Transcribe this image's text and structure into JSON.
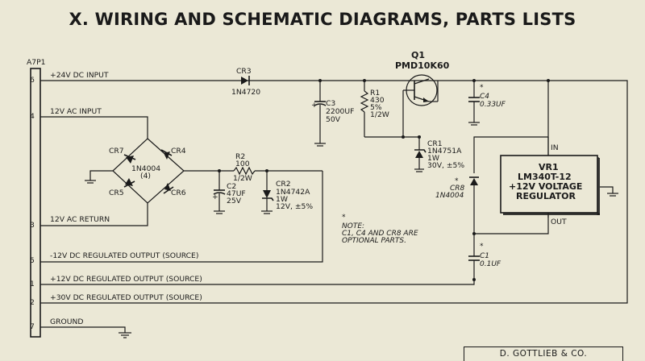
{
  "title": "X. WIRING AND SCHEMATIC DIAGRAMS, PARTS LISTS",
  "connector": {
    "ref": "A7P1",
    "pins": [
      "6",
      "4",
      "3",
      "5",
      "1",
      "2",
      "7"
    ]
  },
  "nets": {
    "pin6": "+24V DC INPUT",
    "pin4": "12V AC INPUT",
    "pin3": "12V AC RETURN",
    "pin5": "-12V DC REGULATED OUTPUT  (SOURCE)",
    "pin1": "+12V DC REGULATED OUTPUT  (SOURCE)",
    "pin2": "+30V DC REGULATED OUTPUT  (SOURCE)",
    "pin7": "GROUND"
  },
  "components": {
    "cr3": {
      "ref": "CR3",
      "part": "1N4720"
    },
    "q1": {
      "ref": "Q1",
      "part": "PMD10K60"
    },
    "r1": {
      "ref": "R1",
      "v1": "430",
      "v2": "5%",
      "v3": "1/2W"
    },
    "c3": {
      "ref": "C3",
      "v1": "2200UF",
      "v2": "50V"
    },
    "c4": {
      "ref": "C4",
      "v1": "0.33UF"
    },
    "cr1": {
      "ref": "CR1",
      "v1": "1N4751A",
      "v2": "1W",
      "v3": "30V, ±5%"
    },
    "bridge": {
      "cr7": "CR7",
      "cr4": "CR4",
      "cr5": "CR5",
      "cr6": "CR6",
      "part": "1N4004",
      "qty": "(4)"
    },
    "r2": {
      "ref": "R2",
      "v1": "100",
      "v2": "1/2W"
    },
    "c2": {
      "ref": "C2",
      "v1": "47UF",
      "v2": "25V"
    },
    "cr2": {
      "ref": "CR2",
      "v1": "1N4742A",
      "v2": "1W",
      "v3": "12V, ±5%"
    },
    "cr8": {
      "ref": "CR8",
      "v1": "1N4004"
    },
    "vr1": {
      "ref": "VR1",
      "v1": "LM340T-12",
      "v2": "+12V VOLTAGE",
      "v3": "REGULATOR",
      "in": "IN",
      "out": "OUT"
    },
    "c1": {
      "ref": "C1",
      "v1": "0.1UF"
    }
  },
  "note": {
    "mark": "*",
    "line1": "NOTE:",
    "line2": "C1, C4 AND CR8 ARE",
    "line3": "OPTIONAL PARTS."
  },
  "footer": "D. GOTTLIEB & CO."
}
